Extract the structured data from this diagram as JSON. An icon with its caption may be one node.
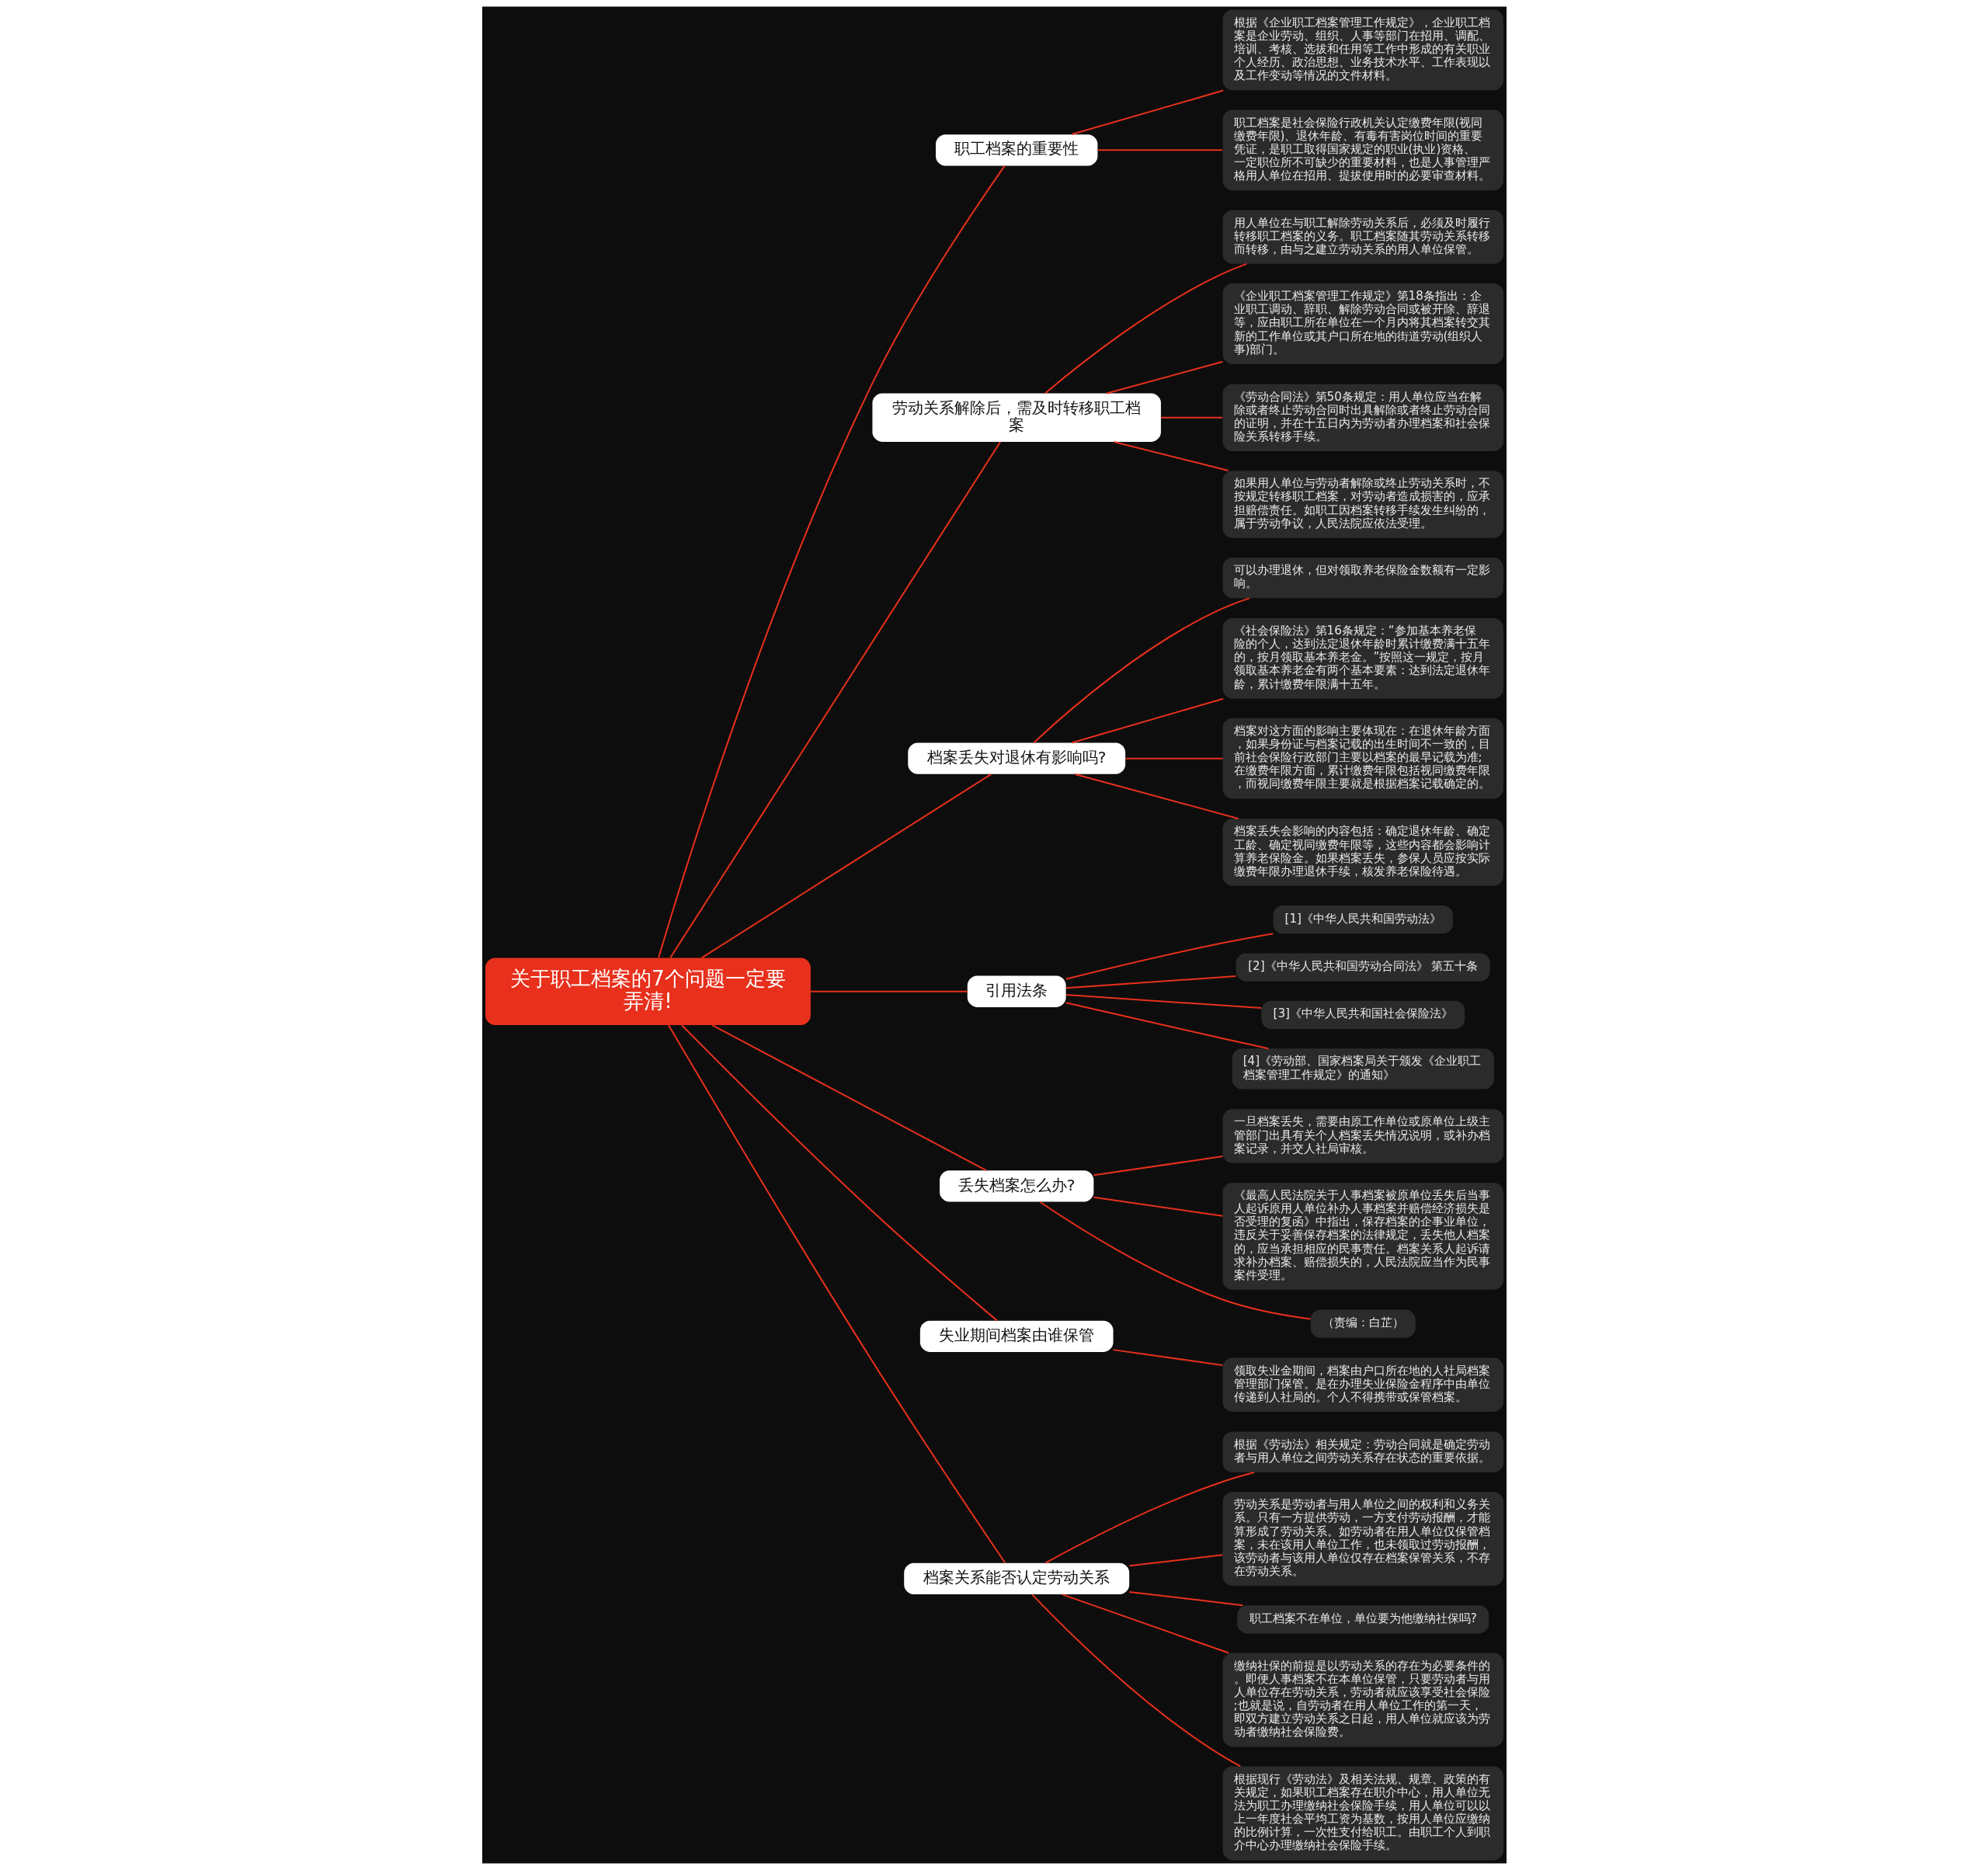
{
  "diagram": {
    "nodes": [
      {
        "text": [
          "关于职工档案的7个问题一定要弄清!"
        ]
      },
      {
        "text": [
          "职工档案的重要性"
        ]
      },
      {
        "text": [
          "根据《企业职工档案管理工作规定》，企业职工档案是企业劳动、组织、人事等部门在招用、调配、培训、考核、选拔和任用等工作中形成的有关职业个人经历、政治思想、业务技术水平、工作表现以及工作变动等情况的文件材料。"
        ]
      },
      {
        "text": [
          "职工档案是社会保险行政机关认定缴费年限(视同缴费年限)、退休年龄、有毒有害岗位时间的重要凭证，是职工取得国家规定的职业(执业)资格、一定职位所不可缺少的重要材料，也是人事管理严格用人单位在招用、提拔使用时的必要审查材料。"
        ]
      },
      {
        "text": [
          "劳动关系解除后，需及时转移职工档案"
        ]
      },
      {
        "text": [
          "用人单位在与职工解除劳动关系后，必须及时履行转移职工档案的义务。职工档案随其劳动关系转移而转移，由与之建立劳动关系的用人单位保管。"
        ]
      },
      {
        "text": [
          "《企业职工档案管理工作规定》第18条指出：企业职工调动、辞职、解除劳动合同或被开除、辞退等，应由职工所在单位在一个月内将其档案转交其新的工作单位或其户口所在地的街道劳动(组织人事)部门。"
        ]
      },
      {
        "text": [
          "《劳动合同法》第50条规定：用人单位应当在解除或者终止劳动合同时出具解除或者终止劳动合同的证明，并在十五日内为劳动者办理档案和社会保险关系转移手续。"
        ]
      },
      {
        "text": [
          "如果用人单位与劳动者解除或终止劳动关系时，不按规定转移职工档案，对劳动者造成损害的，应承担赔偿责任。如职工因档案转移手续发生纠纷的，属于劳动争议，人民法院应依法受理。"
        ]
      },
      {
        "text": [
          "档案丢失对退休有影响吗?"
        ]
      },
      {
        "text": [
          "可以办理退休，但对领取养老保险金数额有一定影响。"
        ]
      },
      {
        "text": [
          "《社会保险法》第16条规定：“参加基本养老保险的个人，达到法定退休年龄时累计缴费满十五年的，按月领取基本养老金。”按照这一规定，按月领取基本养老金有两个基本要素：达到法定退休年龄，累计缴费年限满十五年。"
        ]
      },
      {
        "text": [
          "档案对这方面的影响主要体现在：在退休年龄方面，如果身份证与档案记载的出生时间不一致的，目前社会保险行政部门主要以档案的最早记载为准;在缴费年限方面，累计缴费年限包括视同缴费年限，而视同缴费年限主要就是根据档案记载确定的。"
        ]
      },
      {
        "text": [
          "档案丢失会影响的内容包括：确定退休年龄、确定工龄、确定视同缴费年限等，这些内容都会影响计算养老保险金。如果档案丢失，参保人员应按实际缴费年限办理退休手续，核发养老保险待遇。"
        ]
      },
      {
        "text": [
          "引用法条"
        ]
      },
      {
        "text": [
          "[1]《中华人民共和国劳动法》"
        ]
      },
      {
        "text": [
          "[2]《中华人民共和国劳动合同法》 第五十条"
        ]
      },
      {
        "text": [
          "[3]《中华人民共和国社会保险法》"
        ]
      },
      {
        "text": [
          "[4]《劳动部、国家档案局关于颁发《企业职工档案管理工作规定》的通知》"
        ]
      },
      {
        "text": [
          "丢失档案怎么办?"
        ]
      },
      {
        "text": [
          "一旦档案丢失，需要由原工作单位或原单位上级主管部门出具有关个人档案丢失情况说明，或补办档案记录，并交人社局审核。"
        ]
      },
      {
        "text": [
          "《最高人民法院关于人事档案被原单位丢失后当事人起诉原用人单位补办人事档案并赔偿经济损失是否受理的复函》中指出，保存档案的企事业单位，违反关于妥善保存档案的法律规定，丢失他人档案的，应当承担相应的民事责任。档案关系人起诉请求补办档案、赔偿损失的，人民法院应当作为民事案件受理。"
        ]
      },
      {
        "text": [
          "（责编：白芷）"
        ]
      },
      {
        "text": [
          "失业期间档案由谁保管"
        ]
      },
      {
        "text": [
          "领取失业金期间，档案由户口所在地的人社局档案管理部门保管。是在办理失业保险金程序中由单位传递到人社局的。个人不得携带或保管档案。"
        ]
      },
      {
        "text": [
          "档案关系能否认定劳动关系"
        ]
      },
      {
        "text": [
          "根据《劳动法》相关规定：劳动合同就是确定劳动者与用人单位之间劳动关系存在状态的重要依据。"
        ]
      },
      {
        "text": [
          "劳动关系是劳动者与用人单位之间的权利和义务关系。只有一方提供劳动，一方支付劳动报酬，才能算形成了劳动关系。如劳动者在用人单位仅保管档案，未在该用人单位工作，也未领取过劳动报酬，该劳动者与该用人单位仅存在档案保管关系，不存在劳动关系。"
        ]
      },
      {
        "text": [
          "职工档案不在单位，单位要为他缴纳社保吗?"
        ]
      },
      {
        "text": [
          "缴纳社保的前提是以劳动关系的存在为必要条件的。即便人事档案不在本单位保管，只要劳动者与用人单位存在劳动关系，劳动者就应该享受社会保险;也就是说，自劳动者在用人单位工作的第一天，即双方建立劳动关系之日起，用人单位就应该为劳动者缴纳社会保险费。"
        ]
      },
      {
        "text": [
          "根据现行《劳动法》及相关法规、规章、政策的有关规定，如果职工档案存在职介中心，用人单位无法为职工办理缴纳社会保险手续，用人单位可以以上一年度社会平均工资为基数，按用人单位应缴纳的比例计算，一次性支付给职工。由职工个人到职介中心办理缴纳社会保险手续。"
        ]
      }
    ],
    "edges": [
      {
        "from": 0,
        "to": 1,
        "arrow": "none"
      },
      {
        "from": 1,
        "to": 2,
        "arrow": "none"
      },
      {
        "from": 1,
        "to": 3,
        "arrow": "none"
      },
      {
        "from": 0,
        "to": 4,
        "arrow": "none"
      },
      {
        "from": 4,
        "to": 5,
        "arrow": "none"
      },
      {
        "from": 4,
        "to": 6,
        "arrow": "none"
      },
      {
        "from": 4,
        "to": 7,
        "arrow": "none"
      },
      {
        "from": 4,
        "to": 8,
        "arrow": "none"
      },
      {
        "from": 0,
        "to": 9,
        "arrow": "none"
      },
      {
        "from": 9,
        "to": 10,
        "arrow": "none"
      },
      {
        "from": 9,
        "to": 11,
        "arrow": "none"
      },
      {
        "from": 9,
        "to": 12,
        "arrow": "none"
      },
      {
        "from": 9,
        "to": 13,
        "arrow": "none"
      },
      {
        "from": 0,
        "to": 14,
        "arrow": "none"
      },
      {
        "from": 14,
        "to": 15,
        "arrow": "none"
      },
      {
        "from": 14,
        "to": 16,
        "arrow": "none"
      },
      {
        "from": 14,
        "to": 17,
        "arrow": "none"
      },
      {
        "from": 14,
        "to": 18,
        "arrow": "none"
      },
      {
        "from": 0,
        "to": 19,
        "arrow": "none"
      },
      {
        "from": 19,
        "to": 20,
        "arrow": "none"
      },
      {
        "from": 19,
        "to": 21,
        "arrow": "none"
      },
      {
        "from": 19,
        "to": 22,
        "arrow": "none"
      },
      {
        "from": 0,
        "to": 23,
        "arrow": "none"
      },
      {
        "from": 23,
        "to": 24,
        "arrow": "none"
      },
      {
        "from": 0,
        "to": 25,
        "arrow": "none"
      },
      {
        "from": 25,
        "to": 26,
        "arrow": "none"
      },
      {
        "from": 25,
        "to": 27,
        "arrow": "none"
      },
      {
        "from": 25,
        "to": 28,
        "arrow": "none"
      },
      {
        "from": 25,
        "to": 29,
        "arrow": "none"
      },
      {
        "from": 25,
        "to": 30,
        "arrow": "none"
      }
    ]
  }
}
